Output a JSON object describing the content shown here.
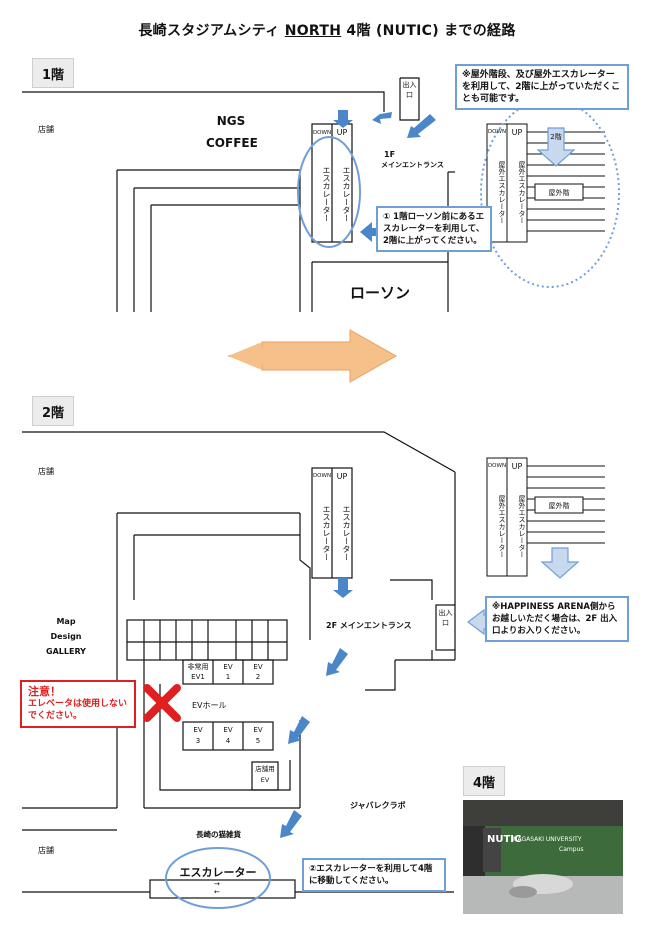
{
  "title": {
    "prefix": "長崎スタジアムシティ ",
    "underlined": "NORTH",
    "suffix": " 4階 (NUTIC) までの経路"
  },
  "floor1": {
    "label": "1階",
    "store": "店舗",
    "cafe_line1": "NGS",
    "cafe_line2": "COFFEE",
    "entrance_title": "1F",
    "entrance_sub": "メインエントランス",
    "door": "出入口",
    "down": "DOWN",
    "up": "UP",
    "escalator_v": "エスカレーター",
    "outdoor_esc_v": "屋外エスカレーター",
    "to2f": "2階",
    "outdoor_stairs": "屋外階",
    "lawson": "ローソン",
    "note_outdoor": "※屋外階段、及び屋外エスカレーターを利用して、2階に上がっていただくことも可能です。",
    "note_step1": "① 1階ローソン前にあるエスカレーターを利用して、2階に上がってください。"
  },
  "floor2": {
    "label": "2階",
    "store": "店舗",
    "map_gallery_1": "Map",
    "map_gallery_2": "Design",
    "map_gallery_3": "GALLERY",
    "down": "DOWN",
    "up": "UP",
    "escalator_v": "エスカレーター",
    "outdoor_esc_v": "屋外エスカレーター",
    "outdoor_stairs": "屋外階",
    "entrance": "2F メインエントランス",
    "door": "出入口",
    "ev_emerg_1": "非常用",
    "ev_emerg_2": "EV1",
    "ev1": "EV",
    "ev1n": "1",
    "ev2": "EV",
    "ev2n": "2",
    "ev_hall": "EVホール",
    "ev3": "EV",
    "ev3n": "3",
    "ev4": "EV",
    "ev4n": "4",
    "ev5": "EV",
    "ev5n": "5",
    "ev_store_1": "店舗用",
    "ev_store_2": "EV",
    "javarek": "ジャバレクラボ",
    "shop_bottom": "長崎の猫雑貨",
    "store_bottom": "店舗",
    "escalator_bottom": "エスカレーター",
    "arrow_r": "→",
    "arrow_l": "←",
    "warning_title": "注意！",
    "warning_body": "エレベータは使用しないでください。",
    "note_arena": "※HAPPINESS ARENA側からお越しいただく場合は、2F 出入口よりお入りください。",
    "note_step2": "②エスカレーターを利用して4階に移動してください。"
  },
  "floor4": {
    "label": "4階",
    "photo_sign": "NUTIC",
    "photo_univ": "NAGASAKI UNIVERSITY",
    "photo_campus": "Campus"
  },
  "colors": {
    "accent_blue": "#6f9fd8",
    "arrow_blue": "#4a86c8",
    "warning_red": "#e02020",
    "transition_orange": "#f6c08a"
  }
}
